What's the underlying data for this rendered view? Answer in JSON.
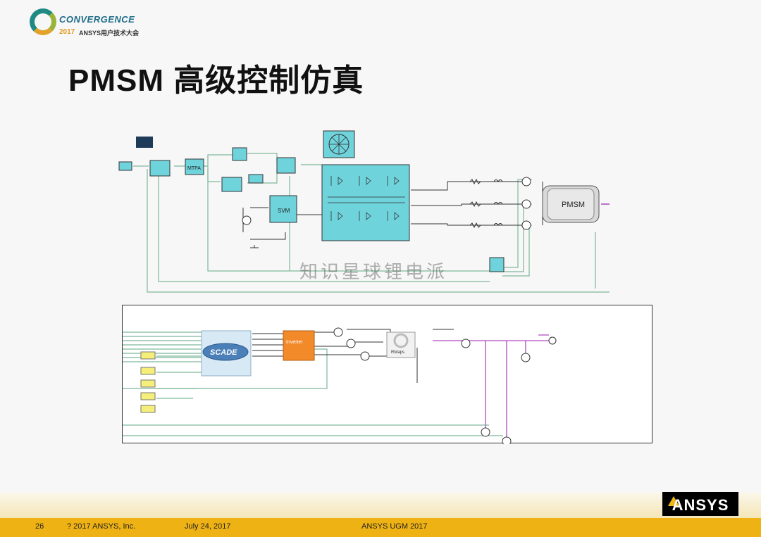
{
  "logo": {
    "name": "CONVERGENCE",
    "year": "2017",
    "subtitle": "ANSYS用户技术大会"
  },
  "slide": {
    "title": "PMSM 高级控制仿真",
    "watermark": "知识星球锂电派"
  },
  "diagram_top": {
    "block_mtpa": "MTPA",
    "block_svm": "SVM",
    "block_motor": "PMSM"
  },
  "diagram_bottom": {
    "block_scade": "SCADE",
    "block_inverter": "Inverter",
    "block_rmaps": "RMaps"
  },
  "footer": {
    "page_number": "26",
    "copyright": "? 2017 ANSYS, Inc.",
    "date": "July 24, 2017",
    "event": "ANSYS UGM 2017",
    "brand": "ANSYS"
  },
  "colors": {
    "cyan_block": "#6fd3dc",
    "orange_block": "#f28a2a",
    "yellow_block": "#f5ef7a",
    "wire_green": "#7fb89a",
    "wire_magenta": "#b04cc0",
    "footer_gold": "#efb214"
  }
}
